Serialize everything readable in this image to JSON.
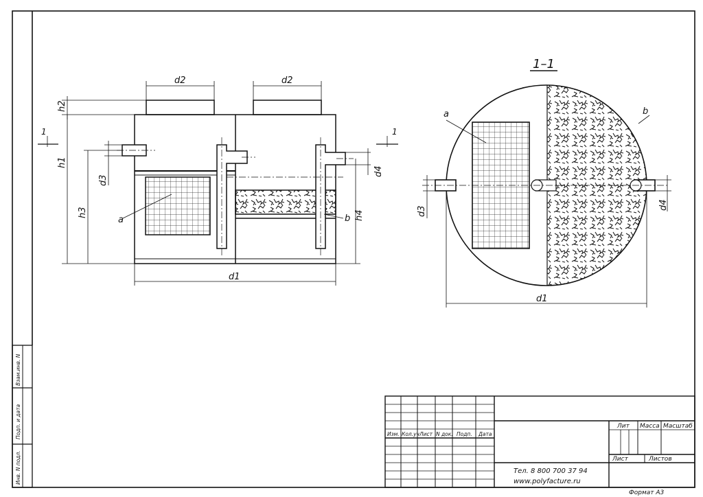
{
  "front_view": {
    "labels": {
      "d2_left": "d2",
      "d2_right": "d2",
      "h2": "h2",
      "h1": "h1",
      "d3": "d3",
      "h3": "h3",
      "d4": "d4",
      "h4": "h4",
      "d1": "d1",
      "a": "a",
      "b": "b",
      "section_left": "1",
      "section_right": "1"
    }
  },
  "section_view": {
    "title": "1–1",
    "labels": {
      "a": "a",
      "b": "b",
      "d3": "d3",
      "d4": "d4",
      "d1": "d1"
    }
  },
  "side_stamp": {
    "top": "Взам.инв. N",
    "middle": "Подп. и дата",
    "bottom": "Инв. N подл."
  },
  "title_block": {
    "columns": [
      "Изм.",
      "Кол.уч",
      "Лист",
      "N док.",
      "Подп.",
      "Дата"
    ],
    "lit": "Лит",
    "massa": "Масса",
    "masshtab": "Масштаб",
    "list": "Лист",
    "listov": "Листов",
    "phone": "Тел. 8 800 700 37 94",
    "website": "www.polyfacture.ru"
  },
  "format": "Формат   А3",
  "colors": {
    "ink": "#111111",
    "paper": "#ffffff"
  }
}
